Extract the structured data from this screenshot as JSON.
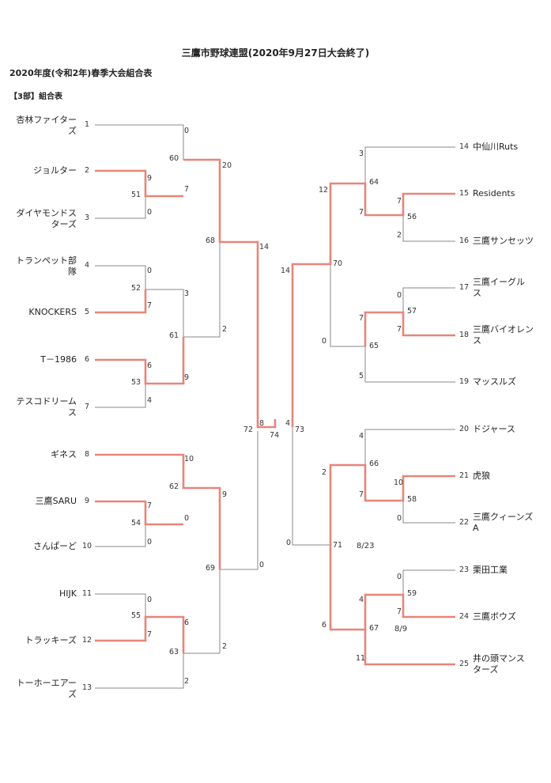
{
  "header": {
    "title": "三鷹市野球連盟(2020年9月27日大会終了)",
    "subtitle": "2020年度(令和2年)春季大会組合表",
    "section": "【3部】組合表"
  },
  "teams": [
    {
      "seed": "1",
      "name": "杏林ファイター",
      "name2": "ズ"
    },
    {
      "seed": "2",
      "name": "ジョルター",
      "name2": ""
    },
    {
      "seed": "3",
      "name": "ダイヤモンドス",
      "name2": "ターズ"
    },
    {
      "seed": "4",
      "name": "トランペット部",
      "name2": "隊"
    },
    {
      "seed": "5",
      "name": "KNOCKERS",
      "name2": ""
    },
    {
      "seed": "6",
      "name": "T－1986",
      "name2": ""
    },
    {
      "seed": "7",
      "name": "テスコドリーム",
      "name2": "ス"
    },
    {
      "seed": "8",
      "name": "ギネス",
      "name2": ""
    },
    {
      "seed": "9",
      "name": "三鷹SARU",
      "name2": ""
    },
    {
      "seed": "10",
      "name": "さんぱーど",
      "name2": ""
    },
    {
      "seed": "11",
      "name": "HIJK",
      "name2": ""
    },
    {
      "seed": "12",
      "name": "トラッキーズ",
      "name2": ""
    },
    {
      "seed": "13",
      "name": "トーホーエアー",
      "name2": "ズ"
    },
    {
      "seed": "14",
      "name": "中仙川Ruts",
      "name2": ""
    },
    {
      "seed": "15",
      "name": "Residents",
      "name2": ""
    },
    {
      "seed": "16",
      "name": "三鷹サンセッツ",
      "name2": ""
    },
    {
      "seed": "17",
      "name": "三鷹イーグル",
      "name2": "ス"
    },
    {
      "seed": "18",
      "name": "三鷹バイオレン",
      "name2": "ス"
    },
    {
      "seed": "19",
      "name": "マッスルズ",
      "name2": ""
    },
    {
      "seed": "20",
      "name": "ドジャース",
      "name2": ""
    },
    {
      "seed": "21",
      "name": "虎狼",
      "name2": ""
    },
    {
      "seed": "22",
      "name": "三鷹クィーンズ",
      "name2": "A"
    },
    {
      "seed": "23",
      "name": "栗田工業",
      "name2": ""
    },
    {
      "seed": "24",
      "name": "三鷹ボウズ",
      "name2": ""
    },
    {
      "seed": "25",
      "name": "井の頭マンス",
      "name2": "ターズ"
    }
  ],
  "games": {
    "g51": {
      "id": "51",
      "top": "9",
      "bottom": "0"
    },
    "g60": {
      "id": "60",
      "top": "0",
      "bottom": "7"
    },
    "g52": {
      "id": "52",
      "top": "0",
      "bottom": "7"
    },
    "g53": {
      "id": "53",
      "top": "6",
      "bottom": "4"
    },
    "g61": {
      "id": "61",
      "top": "3",
      "bottom": "9"
    },
    "g68": {
      "id": "68",
      "top": "20",
      "bottom": "2"
    },
    "g54": {
      "id": "54",
      "top": "7",
      "bottom": "0"
    },
    "g62": {
      "id": "62",
      "top": "10",
      "bottom": "0"
    },
    "g55": {
      "id": "55",
      "top": "0",
      "bottom": "7"
    },
    "g63": {
      "id": "63",
      "top": "6",
      "bottom": "2"
    },
    "g69": {
      "id": "69",
      "top": "9",
      "bottom": "2"
    },
    "g72": {
      "id": "72",
      "top": "14",
      "bottom": "0"
    },
    "g74": {
      "id": "74",
      "left": "8",
      "right": "4"
    },
    "g56": {
      "id": "56",
      "top": "7",
      "bottom": "2"
    },
    "g64": {
      "id": "64",
      "top": "3",
      "bottom": "7"
    },
    "g57": {
      "id": "57",
      "top": "0",
      "bottom": "7"
    },
    "g65": {
      "id": "65",
      "top": "7",
      "bottom": "5"
    },
    "g70": {
      "id": "70",
      "top": "12",
      "bottom": "0"
    },
    "g58": {
      "id": "58",
      "top": "10",
      "bottom": "0"
    },
    "g66": {
      "id": "66",
      "top": "4",
      "bottom": "7"
    },
    "g59": {
      "id": "59",
      "top": "0",
      "bottom": "7"
    },
    "g67": {
      "id": "67",
      "top": "4",
      "bottom": "11"
    },
    "g71": {
      "id": "71",
      "top": "2",
      "bottom": "6"
    },
    "g73": {
      "id": "73",
      "top": "14",
      "bottom": "0"
    }
  },
  "dates": {
    "d71": "8/23",
    "d67": "8/9"
  },
  "colors": {
    "winner": "#e8857a",
    "line": "#8a8a8a"
  }
}
